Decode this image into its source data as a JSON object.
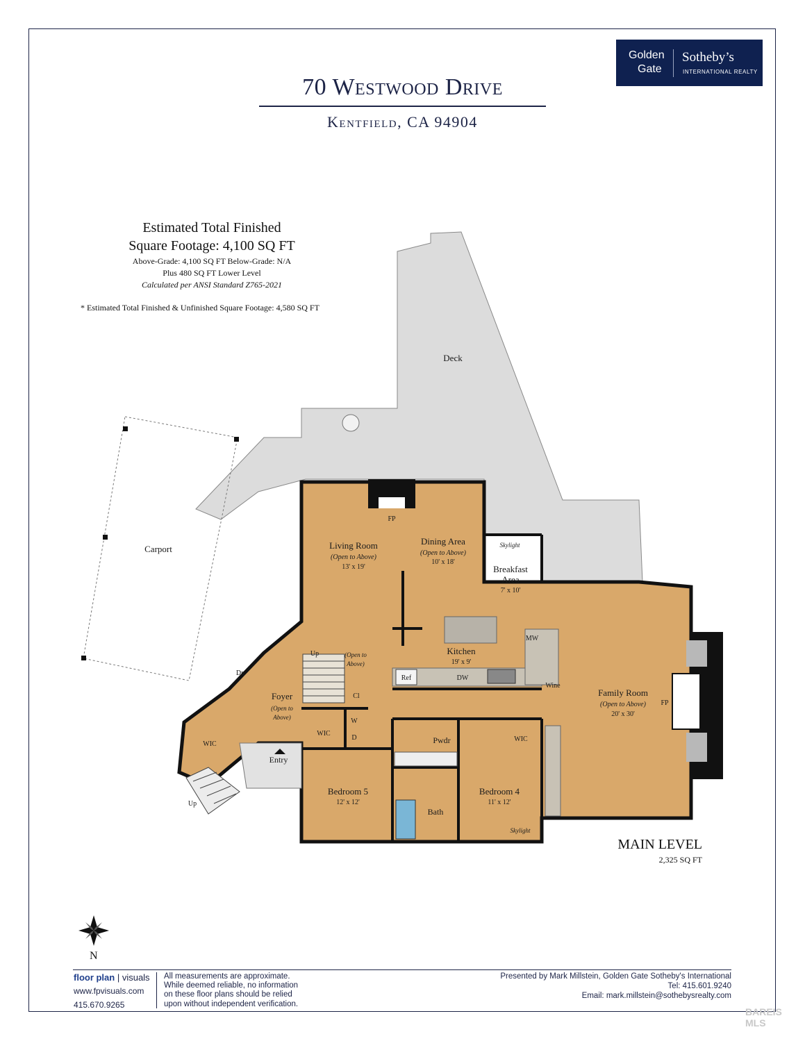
{
  "logo": {
    "line1": "Golden",
    "line2": "Gate",
    "brand": "Sotheby’s",
    "tagline": "INTERNATIONAL REALTY"
  },
  "header": {
    "title": "70 Westwood Drive",
    "subtitle": "Kentfield, CA 94904"
  },
  "square_footage": {
    "line1": "Estimated Total Finished",
    "line2": "Square Footage: 4,100 SQ FT",
    "line3": "Above-Grade: 4,100 SQ FT   Below-Grade: N/A",
    "line4": "Plus 480 SQ FT Lower Level",
    "line5": "Calculated per ANSI Standard Z765-2021",
    "note": "* Estimated Total Finished & Unfinished Square Footage: 4,580 SQ FT"
  },
  "rooms": {
    "deck": "Deck",
    "carport": "Carport",
    "fp": "FP",
    "living": "Living Room",
    "living_note": "(Open to Above)",
    "living_dim": "13' x 19'",
    "dining": "Dining Area",
    "dining_note": "(Open to Above)",
    "dining_dim": "10' x 18'",
    "skylight": "Skylight",
    "breakfast1": "Breakfast",
    "breakfast2": "Area",
    "breakfast_dim": "7' x 10'",
    "kitchen": "Kitchen",
    "kitchen_dim": "19' x 9'",
    "mw": "MW",
    "ref": "Ref",
    "dw": "DW",
    "wine": "Wine",
    "family": "Family Room",
    "family_note": "(Open to Above)",
    "family_dim": "20' x 30'",
    "up": "Up",
    "open_above1": "(Open to",
    "open_above2": "Above)",
    "dn": "Dn",
    "cl": "Cl",
    "foyer": "Foyer",
    "foyer_note1": "(Open to",
    "foyer_note2": "Above)",
    "wic": "WIC",
    "w": "W",
    "d": "D",
    "pwdr": "Pwdr",
    "entry": "Entry",
    "bed5": "Bedroom 5",
    "bed5_dim": "12' x 12'",
    "bed4": "Bedroom 4",
    "bed4_dim": "11' x 12'",
    "bath": "Bath",
    "stairs_up": "Up"
  },
  "level": {
    "name": "MAIN LEVEL",
    "sqft": "2,325 SQ FT"
  },
  "compass": {
    "label": "N"
  },
  "footer": {
    "brand_bold": "floor plan",
    "brand_rest": " | visuals",
    "website": "www.fpvisuals.com",
    "phone": "415.670.9265",
    "disclaimer": [
      "All measurements are approximate.",
      "While deemed reliable, no information",
      "on these floor plans should be relied",
      "upon without independent verification."
    ],
    "presented": "Presented by Mark Millstein, Golden Gate Sotheby's International",
    "tel": "Tel: 415.601.9240",
    "email": "Email: mark.millstein@sothebysrealty.com"
  },
  "watermark": "BAREIS MLS",
  "colors": {
    "navy": "#1c2346",
    "floor": "#d9a86a",
    "deck": "#dedede",
    "wall": "#111111"
  }
}
